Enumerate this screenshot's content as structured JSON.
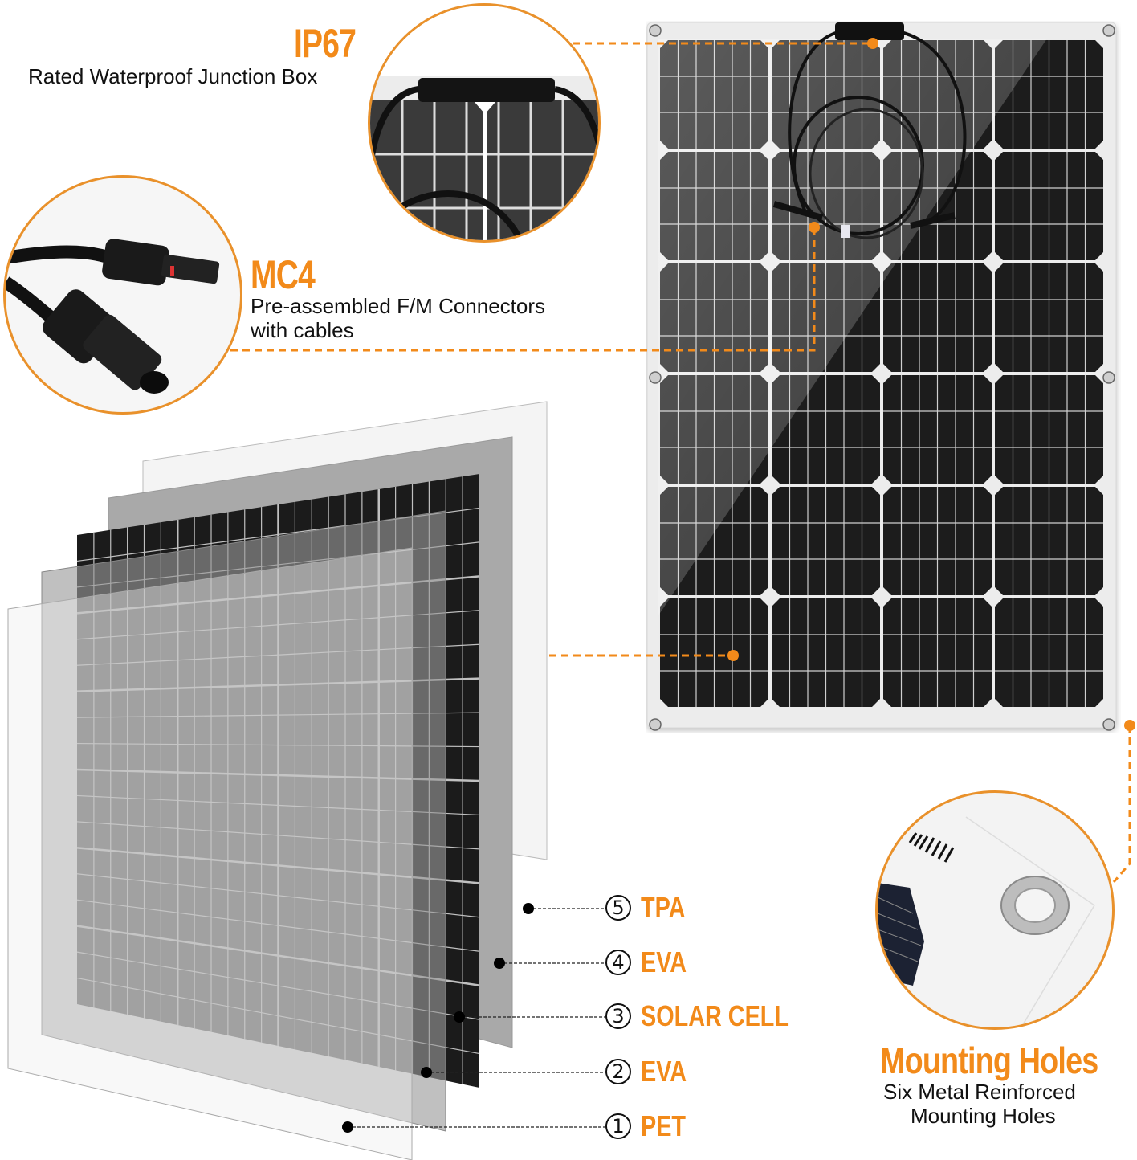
{
  "callouts": {
    "junction_box": {
      "title": "IP67",
      "description": "Rated Waterproof Junction Box"
    },
    "connectors": {
      "title": "MC4",
      "description_line1": "Pre-assembled F/M Connectors",
      "description_line2": "with cables"
    },
    "mounting": {
      "title": "Mounting Holes",
      "description_line1": "Six Metal Reinforced",
      "description_line2": "Mounting Holes"
    }
  },
  "layers": [
    {
      "number": "5",
      "name": "TPA"
    },
    {
      "number": "4",
      "name": "EVA"
    },
    {
      "number": "3",
      "name": "SOLAR CELL"
    },
    {
      "number": "2",
      "name": "EVA"
    },
    {
      "number": "1",
      "name": "PET"
    }
  ],
  "colors": {
    "accent": "#f28a1a",
    "circle_border": "#e9912b",
    "panel_cell": "#1c1c1c",
    "panel_frame": "#ececec"
  }
}
